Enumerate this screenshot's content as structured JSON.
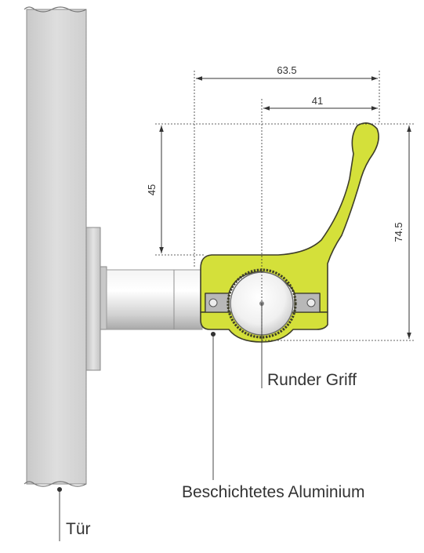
{
  "dimensions": {
    "total_width": "63.5",
    "pivot_width": "41",
    "lever_height": "45",
    "total_height": "74.5"
  },
  "labels": {
    "round_handle": "Runder Griff",
    "coated_aluminium": "Beschichtetes Aluminium",
    "door": "Tür"
  },
  "colors": {
    "handle": "#d4e03a",
    "handle_stroke": "#3e3e2a",
    "door_fill": "#d8d8d8",
    "dimension_line": "#333333"
  }
}
